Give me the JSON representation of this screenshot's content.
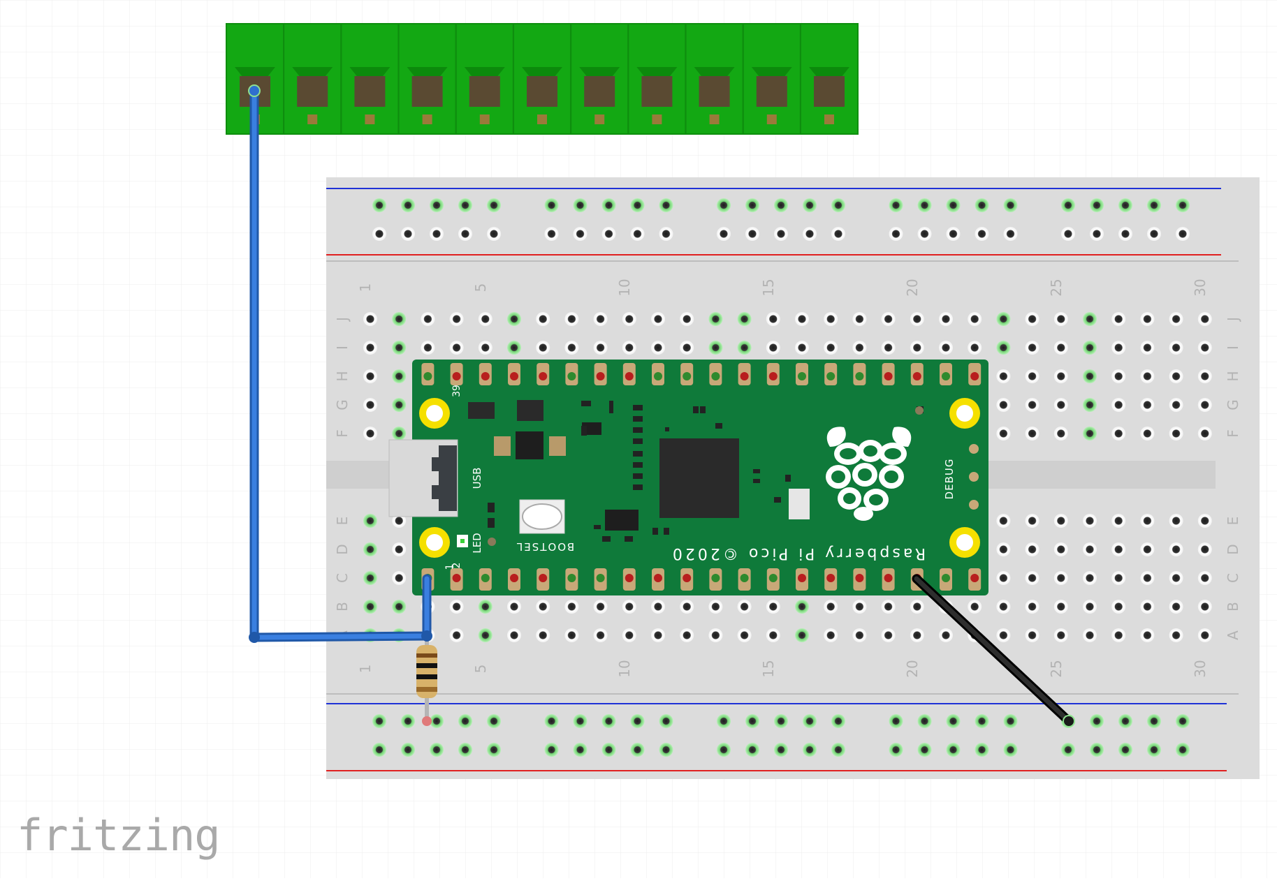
{
  "app": {
    "logo": "fritzing"
  },
  "breadboard": {
    "columns": 30,
    "column_labels": [
      "1",
      "5",
      "10",
      "15",
      "20",
      "25",
      "30"
    ],
    "row_labels_top": [
      "J",
      "I",
      "H",
      "G",
      "F"
    ],
    "row_labels_bottom": [
      "E",
      "D",
      "C",
      "B",
      "A"
    ]
  },
  "pico": {
    "brand": "Raspberry Pi Pico ©2020",
    "usb": "USB",
    "led": "LED",
    "bootsel": "BOOTSEL",
    "debug": "DEBUG",
    "pin_labels": [
      "39",
      "1",
      "2"
    ]
  },
  "terminal_block": {
    "positions": 11
  },
  "colors": {
    "terminal_green": "#13a813",
    "wire_blue": "#2f6fce",
    "wire_black": "#1a1a1a",
    "pico_green": "#0f7a3a",
    "rail_blue": "#1f32d6",
    "rail_red": "#e02020",
    "breadboard": "#dcdcdc",
    "hole_active": "#8fe08f"
  }
}
